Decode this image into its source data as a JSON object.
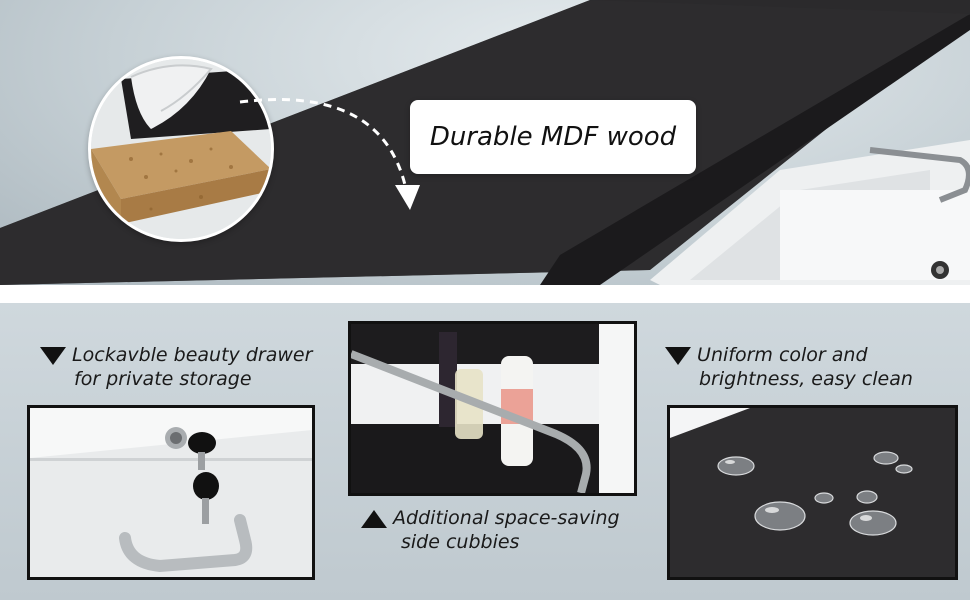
{
  "hero": {
    "label": "Durable MDF wood"
  },
  "features": [
    {
      "line1": "Lockavble beauty drawer",
      "line2": "for private storage",
      "icon": "triangle-down-icon"
    },
    {
      "line1": "Additional space-saving",
      "line2": "side cubbies",
      "icon": "triangle-up-icon"
    },
    {
      "line1": "Uniform color and",
      "line2": "brightness, easy clean",
      "icon": "triangle-down-icon"
    }
  ],
  "colors": {
    "board": "#2b2a2c",
    "drawer": "#f4f5f6",
    "background": "#c9d2d8",
    "accent": "#111111"
  }
}
